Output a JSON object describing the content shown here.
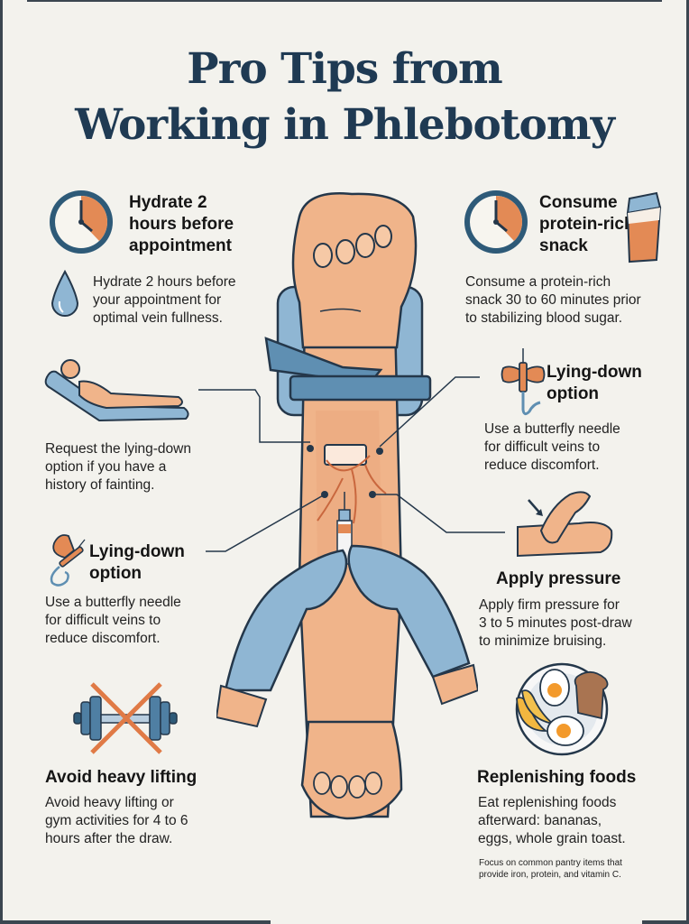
{
  "title": {
    "line1": "Pro Tips from",
    "line2": "Working in Phlebotomy"
  },
  "tips": [
    {
      "id": "hydrate",
      "heading_lines": [
        "Hydrate 2",
        "hours before",
        "appointment"
      ],
      "body_lines": [
        "Hydrate 2 hours before",
        "your appointment for",
        "optimal vein fullness."
      ],
      "icons": [
        "clock-icon",
        "water-drop-icon"
      ]
    },
    {
      "id": "protein-snack",
      "heading_lines": [
        "Consume",
        "protein-rich",
        "snack"
      ],
      "body_lines": [
        "Consume a protein-rich",
        "snack 30 to 60 minutes prior",
        "to stabilizing blood sugar."
      ],
      "icons": [
        "clock-icon",
        "shaker-bottle-icon"
      ]
    },
    {
      "id": "lying-down-request",
      "heading_lines": [],
      "body_lines": [
        "Request the lying-down",
        "option if you have a",
        "history of fainting."
      ],
      "icons": [
        "reclining-person-icon"
      ]
    },
    {
      "id": "butterfly-right",
      "heading_lines": [
        "Lying-down",
        "option"
      ],
      "body_lines": [
        "Use a butterfly needle",
        "for difficult veins to",
        "reduce discomfort."
      ],
      "icons": [
        "butterfly-needle-icon"
      ]
    },
    {
      "id": "butterfly-left",
      "heading_lines": [
        "Lying-down",
        "option"
      ],
      "body_lines": [
        "Use a butterfly needle",
        "for difficult veins to",
        "reduce discomfort."
      ],
      "icons": [
        "butterfly-needle-icon"
      ]
    },
    {
      "id": "apply-pressure",
      "heading_lines": [
        "Apply pressure"
      ],
      "body_lines": [
        "Apply firm pressure for",
        "3 to 5 minutes post-draw",
        "to minimize bruising."
      ],
      "icons": [
        "pressing-hand-icon"
      ]
    },
    {
      "id": "avoid-lifting",
      "heading_lines": [
        "Avoid heavy lifting"
      ],
      "body_lines": [
        "Avoid heavy lifting or",
        "gym activities for 4 to 6",
        "hours after the draw."
      ],
      "icons": [
        "crossed-dumbbell-icon"
      ]
    },
    {
      "id": "replenishing-foods",
      "heading_lines": [
        "Replenishing foods"
      ],
      "body_lines": [
        "Eat replenishing foods",
        "afterward: bananas,",
        "eggs, whole grain toast."
      ],
      "note_lines": [
        "Focus on common pantry items that",
        "provide iron, protein, and vitamin C."
      ],
      "icons": [
        "breakfast-plate-icon"
      ]
    }
  ],
  "illustration": {
    "subject": "arm-with-tourniquet-and-syringe",
    "icons": [
      "fist-icon",
      "tourniquet-icon",
      "bandage-icon",
      "veins-icon",
      "syringe-icon",
      "gloved-hands-icon",
      "open-hand-icon"
    ]
  },
  "colors": {
    "background": "#f3f2ed",
    "title": "#1f3a53",
    "skin": "#f0b48a",
    "skin_dark": "#e39a6c",
    "blue_glove": "#8fb6d3",
    "navy": "#2e5a78",
    "orange": "#e38a55",
    "outline": "#24374a"
  }
}
